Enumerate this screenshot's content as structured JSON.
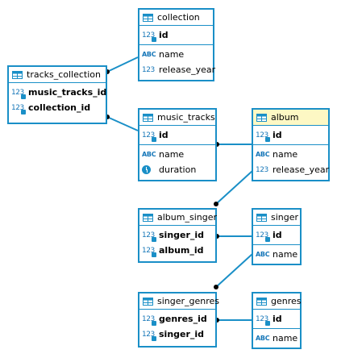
{
  "tables": {
    "collection": {
      "name": "collection",
      "pk": [
        {
          "icon": "numeric-key-icon",
          "label": "id"
        }
      ],
      "fields": [
        {
          "icon": "text-icon",
          "label": "name"
        },
        {
          "icon": "numeric-icon",
          "label": "release_year"
        }
      ]
    },
    "tracks_collection": {
      "name": "tracks_collection",
      "pk": [
        {
          "icon": "numeric-key-icon",
          "label": "music_tracks_id"
        },
        {
          "icon": "numeric-key-icon",
          "label": "collection_id"
        }
      ]
    },
    "music_tracks": {
      "name": "music_tracks",
      "pk": [
        {
          "icon": "numeric-key-icon",
          "label": "id"
        }
      ],
      "fields": [
        {
          "icon": "text-icon",
          "label": "name"
        },
        {
          "icon": "clock-icon",
          "label": "duration"
        }
      ]
    },
    "album": {
      "name": "album",
      "pk": [
        {
          "icon": "numeric-key-icon",
          "label": "id"
        }
      ],
      "fields": [
        {
          "icon": "text-icon",
          "label": "name"
        },
        {
          "icon": "numeric-icon",
          "label": "release_year"
        }
      ]
    },
    "album_singer": {
      "name": "album_singer",
      "pk": [
        {
          "icon": "numeric-key-icon",
          "label": "singer_id"
        },
        {
          "icon": "numeric-key-icon",
          "label": "album_id"
        }
      ]
    },
    "singer": {
      "name": "singer",
      "pk": [
        {
          "icon": "numeric-key-icon",
          "label": "id"
        }
      ],
      "fields": [
        {
          "icon": "text-icon",
          "label": "name"
        }
      ]
    },
    "singer_genres": {
      "name": "singer_genres",
      "pk": [
        {
          "icon": "numeric-key-icon",
          "label": "genres_id"
        },
        {
          "icon": "numeric-key-icon",
          "label": "singer_id"
        }
      ]
    },
    "genres": {
      "name": "genres",
      "pk": [
        {
          "icon": "numeric-key-icon",
          "label": "id"
        }
      ],
      "fields": [
        {
          "icon": "text-icon",
          "label": "name"
        }
      ]
    }
  },
  "icon_text": {
    "numeric": "123",
    "text": "ABC"
  },
  "colors": {
    "border": "#1a8fc7",
    "highlight_header": "#fdf8c4",
    "connector": "#1a8fc7"
  }
}
